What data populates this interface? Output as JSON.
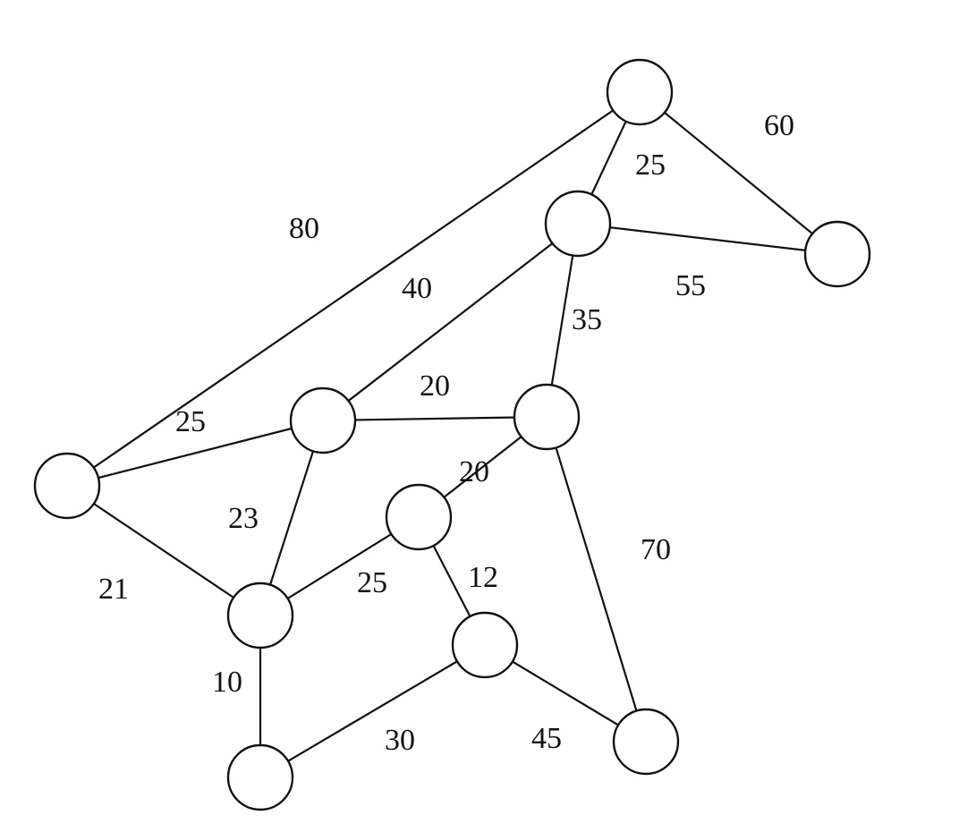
{
  "diagram": {
    "type": "weighted-undirected-graph",
    "node_count": 11,
    "edges": [
      {
        "from": 0,
        "to": 5,
        "weight": "80"
      },
      {
        "from": 0,
        "to": 1,
        "weight": "25"
      },
      {
        "from": 0,
        "to": 2,
        "weight": "60"
      },
      {
        "from": 1,
        "to": 2,
        "weight": "55"
      },
      {
        "from": 1,
        "to": 3,
        "weight": "40"
      },
      {
        "from": 1,
        "to": 4,
        "weight": "35"
      },
      {
        "from": 3,
        "to": 4,
        "weight": "20"
      },
      {
        "from": 5,
        "to": 3,
        "weight": "25"
      },
      {
        "from": 4,
        "to": 6,
        "weight": "20"
      },
      {
        "from": 3,
        "to": 7,
        "weight": "23"
      },
      {
        "from": 4,
        "to": 9,
        "weight": "70"
      },
      {
        "from": 6,
        "to": 8,
        "weight": "12"
      },
      {
        "from": 7,
        "to": 6,
        "weight": "25"
      },
      {
        "from": 5,
        "to": 7,
        "weight": "21"
      },
      {
        "from": 7,
        "to": 10,
        "weight": "10"
      },
      {
        "from": 10,
        "to": 8,
        "weight": "30"
      },
      {
        "from": 8,
        "to": 9,
        "weight": "45"
      }
    ]
  }
}
